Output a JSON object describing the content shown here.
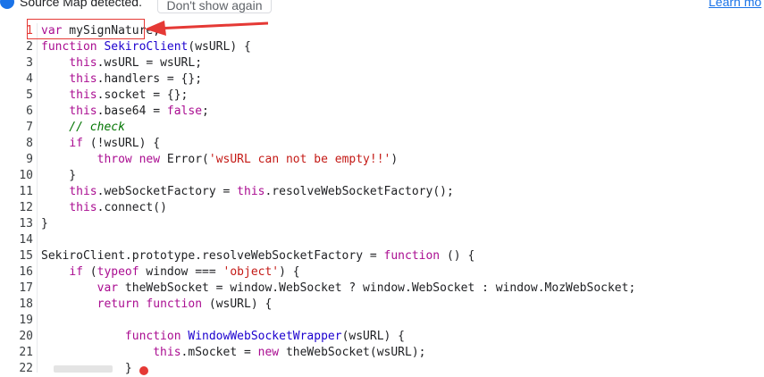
{
  "infobar": {
    "message": "Source Map detected.",
    "dont_show_label": "Don't show again",
    "learn_more_label": "Learn mo"
  },
  "editor": {
    "lines": [
      {
        "n": "1",
        "text": "var mySignNature;"
      },
      {
        "n": "2",
        "text": "function SekiroClient(wsURL) {"
      },
      {
        "n": "3",
        "text": "    this.wsURL = wsURL;"
      },
      {
        "n": "4",
        "text": "    this.handlers = {};"
      },
      {
        "n": "5",
        "text": "    this.socket = {};"
      },
      {
        "n": "6",
        "text": "    this.base64 = false;"
      },
      {
        "n": "7",
        "text": "    // check"
      },
      {
        "n": "8",
        "text": "    if (!wsURL) {"
      },
      {
        "n": "9",
        "text": "        throw new Error('wsURL can not be empty!!')"
      },
      {
        "n": "10",
        "text": "    }"
      },
      {
        "n": "11",
        "text": "    this.webSocketFactory = this.resolveWebSocketFactory();"
      },
      {
        "n": "12",
        "text": "    this.connect()"
      },
      {
        "n": "13",
        "text": "}"
      },
      {
        "n": "14",
        "text": ""
      },
      {
        "n": "15",
        "text": "SekiroClient.prototype.resolveWebSocketFactory = function () {"
      },
      {
        "n": "16",
        "text": "    if (typeof window === 'object') {"
      },
      {
        "n": "17",
        "text": "        var theWebSocket = window.WebSocket ? window.WebSocket : window.MozWebSocket;"
      },
      {
        "n": "18",
        "text": "        return function (wsURL) {"
      },
      {
        "n": "19",
        "text": ""
      },
      {
        "n": "20",
        "text": "            function WindowWebSocketWrapper(wsURL) {"
      },
      {
        "n": "21",
        "text": "                this.mSocket = new theWebSocket(wsURL);"
      },
      {
        "n": "22",
        "text": "            }"
      }
    ]
  },
  "colors": {
    "keyword": "#aa0d91",
    "string": "#c41a16",
    "comment": "#007400",
    "function_name": "#1c00cf",
    "annotation": "#e53935",
    "link": "#1a73e8"
  },
  "icons": [
    "info-icon",
    "annotation-arrow-icon",
    "breakpoint-dot-icon"
  ]
}
